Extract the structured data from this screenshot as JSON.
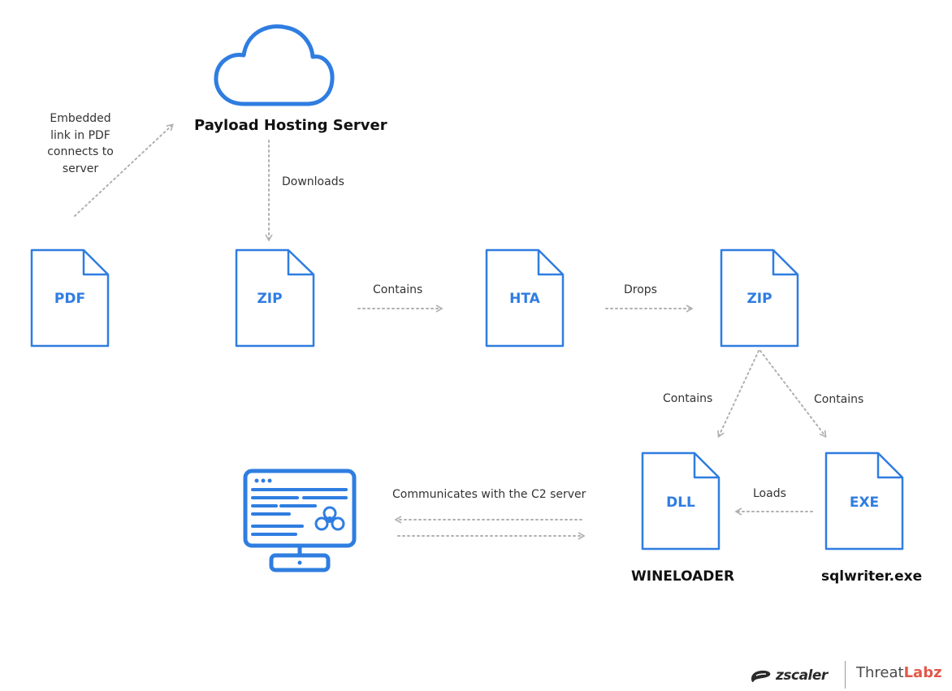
{
  "diagram": {
    "server": {
      "title": "Payload  Hosting Server"
    },
    "nodes": {
      "pdf": "PDF",
      "zip1": "ZIP",
      "hta": "HTA",
      "zip2": "ZIP",
      "dll": "DLL",
      "exe": "EXE"
    },
    "edges": {
      "embedded": [
        "Embedded",
        "link in PDF",
        "connects to",
        "server"
      ],
      "downloads": "Downloads",
      "contains1": "Contains",
      "drops": "Drops",
      "contains_dll": "Contains",
      "contains_exe": "Contains",
      "loads": "Loads",
      "c2": "Communicates with the C2 server"
    },
    "captions": {
      "dll": "WINELOADER",
      "exe": "sqlwriter.exe"
    },
    "icons": [
      "cloud-icon",
      "document-icon",
      "monitor-icon",
      "biohazard-icon"
    ]
  },
  "branding": {
    "company": "zscaler",
    "product_part1": "Threat",
    "product_part2": "Labz"
  },
  "colors": {
    "primary_blue": "#2f7de1",
    "arrow_gray": "#b0b0b0",
    "labz_red": "#e0584a"
  }
}
